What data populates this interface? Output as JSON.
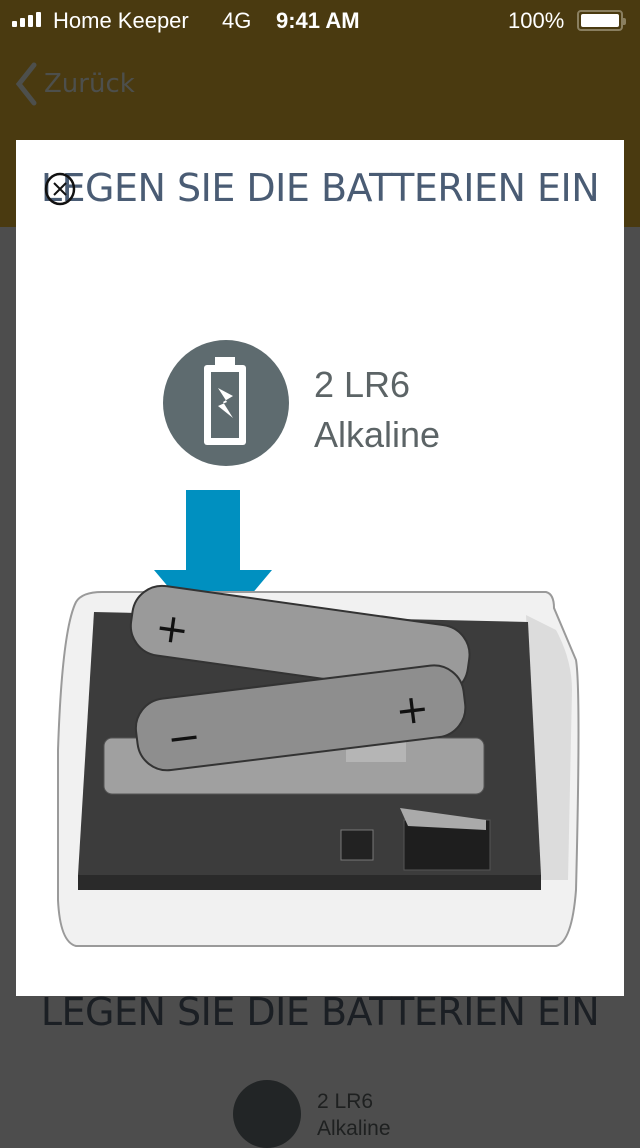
{
  "status": {
    "carrier": "Home Keeper",
    "network": "4G",
    "time": "9:41 AM",
    "battery": "100%",
    "battery_level": 1.0
  },
  "nav": {
    "back_label": "Zurück"
  },
  "modal": {
    "title": "LEGEN SIE DIE BATTERIEN EIN",
    "battery_type_count": "2 LR6",
    "battery_type_kind": "Alkaline"
  },
  "background": {
    "title": "LEGEN SIE DIE BATTERIEN EIN",
    "battery_type_count": "2 LR6",
    "battery_type_kind": "Alkaline"
  },
  "colors": {
    "header": "#4a3a10",
    "overlay": "#4d4d4d",
    "title": "#4a5c74",
    "arrow": "#0090c0"
  }
}
